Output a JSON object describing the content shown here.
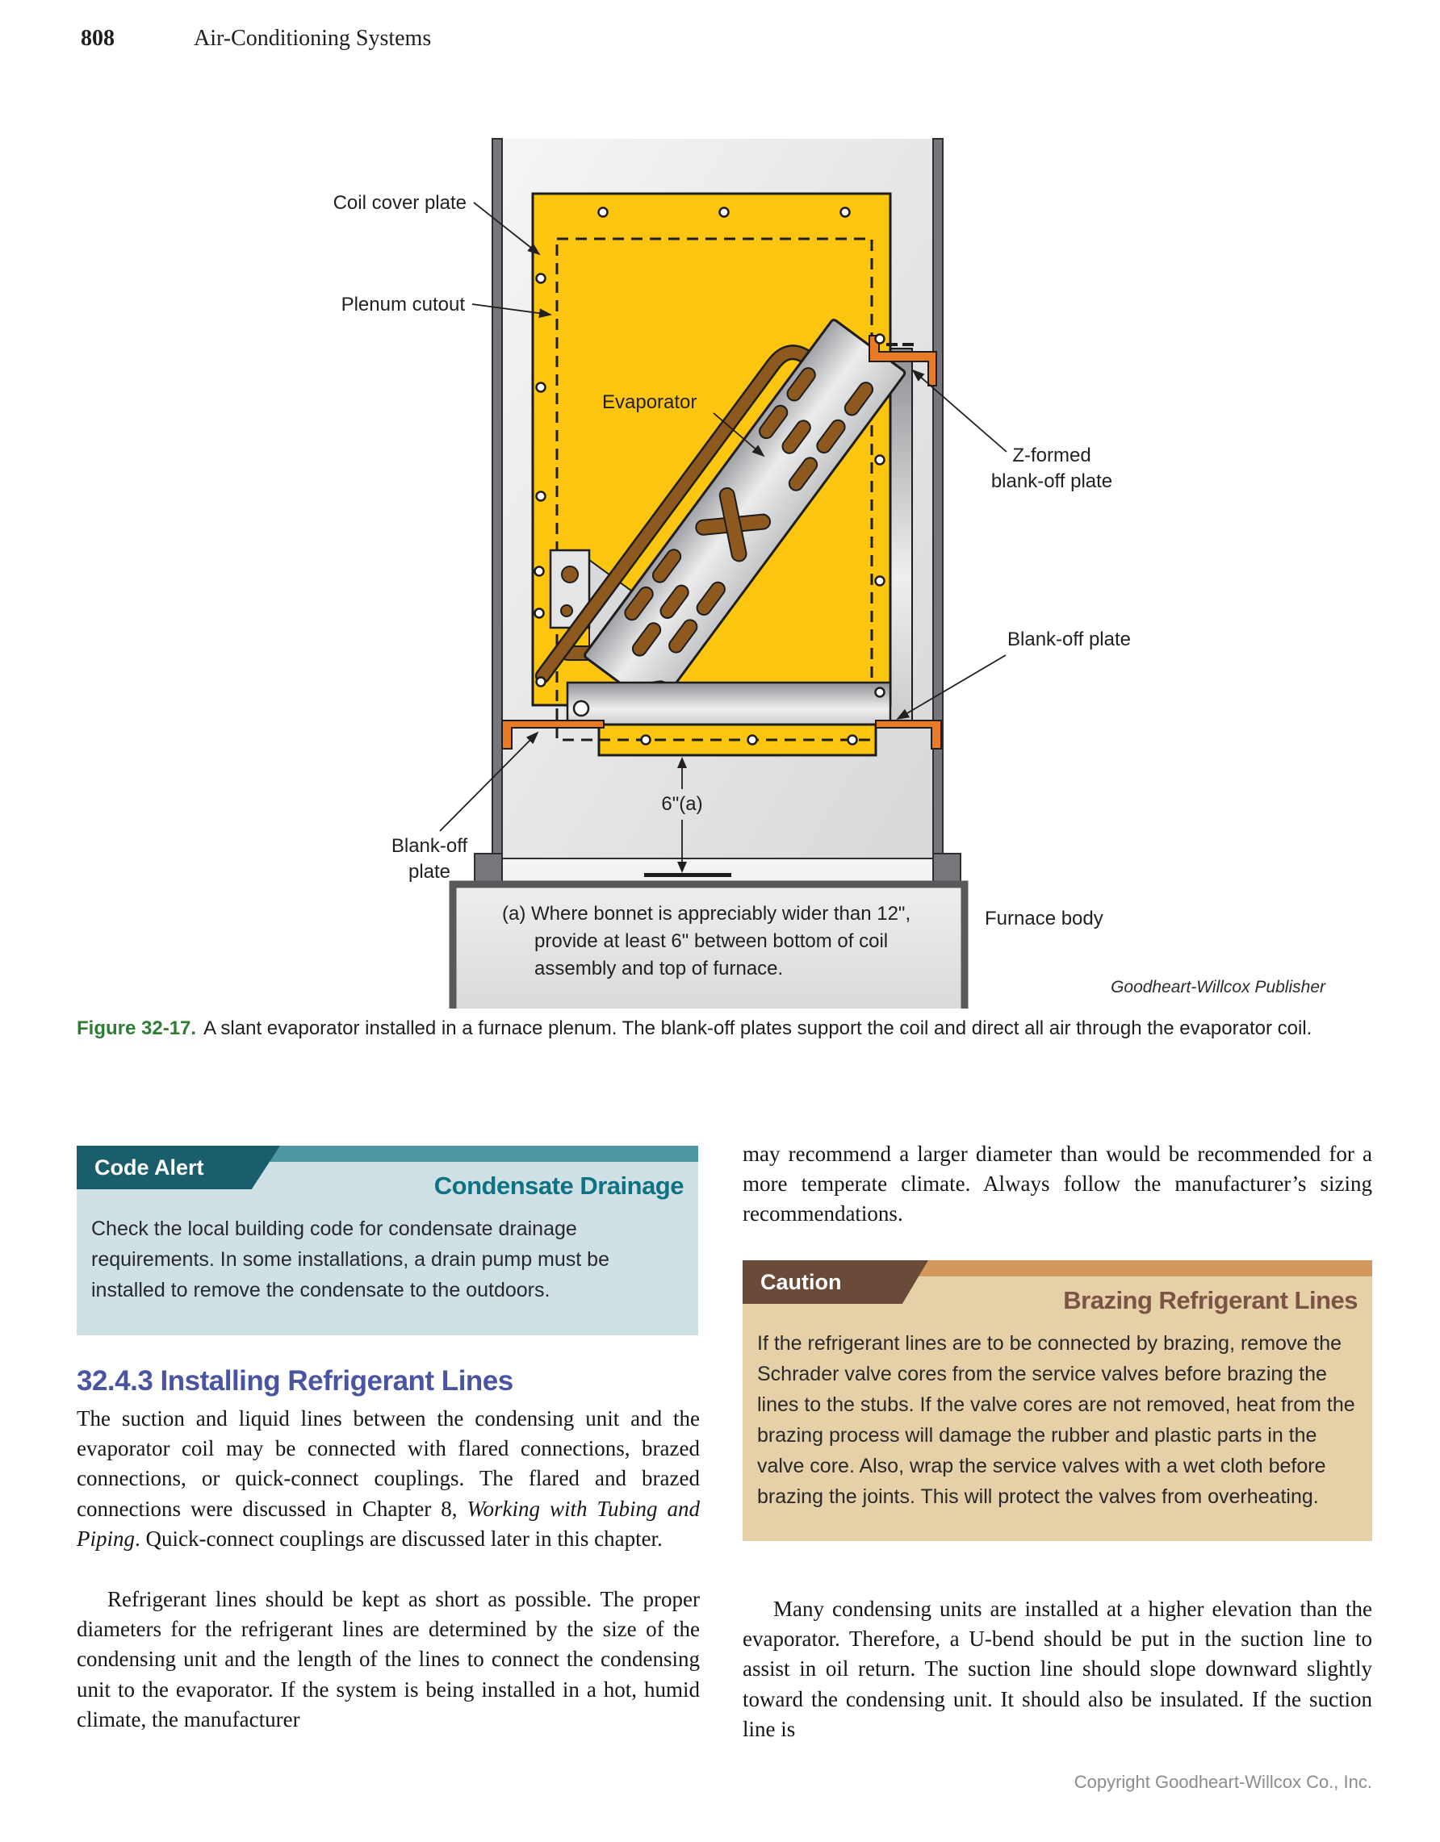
{
  "header": {
    "page_number": "808",
    "title": "Air-Conditioning Systems"
  },
  "figure": {
    "labels": {
      "coil_cover_plate": "Coil cover plate",
      "plenum_cutout": "Plenum cutout",
      "evaporator": "Evaporator",
      "z_formed_line1": "Z-formed",
      "z_formed_line2": "blank-off plate",
      "blank_off_right": "Blank-off plate",
      "blank_off_left_line1": "Blank-off",
      "blank_off_left_line2": "plate",
      "dimension": "6\"(a)",
      "furnace_body": "Furnace body"
    },
    "note_line1": "(a) Where bonnet is appreciably wider than 12\",",
    "note_line2": "provide at least 6\" between bottom of coil",
    "note_line3": "assembly and top of furnace.",
    "credit": "Goodheart-Willcox Publisher"
  },
  "figure_caption": {
    "number": "Figure 32-17.",
    "text": "A slant evaporator installed in a furnace plenum. The blank-off plates support the coil and direct all air through the evaporator coil."
  },
  "left_column": {
    "code_alert": {
      "tab": "Code Alert",
      "heading": "Condensate Drainage",
      "body": "Check the local building code for condensate drainage requirements. In some installations, a drain pump must be installed to remove the condensate to the outdoors."
    },
    "section_heading": "32.4.3 Installing Refrigerant Lines",
    "paragraph1_before": "The suction and liquid lines between the condensing unit and the evaporator coil may be connected with flared connections, brazed connections, or quick-connect couplings. The flared and brazed connections were discussed in Chapter 8, ",
    "paragraph1_italic": "Working with Tubing and Piping",
    "paragraph1_after": ". Quick-connect couplings are discussed later in this chapter.",
    "paragraph2": "Refrigerant lines should be kept as short as possible. The proper diameters for the refrigerant lines are determined by the size of the condensing unit and the length of the lines to connect the condensing unit to the evaporator. If the system is being installed in a hot, humid climate, the manufacturer"
  },
  "right_column": {
    "paragraph0": "may recommend a larger diameter than would be recommended for a more temperate climate. Always follow the manufacturer’s sizing recommendations.",
    "caution": {
      "tab": "Caution",
      "heading": "Brazing Refrigerant Lines",
      "body": "If the refrigerant lines are to be connected by brazing, remove the Schrader valve cores from the service valves before brazing the lines to the stubs. If the valve cores are not removed, heat from the brazing process will damage the rubber and plastic parts in the valve core. Also, wrap the service valves with a wet cloth before brazing the joints. This will protect the valves from overheating."
    },
    "paragraph1": "Many condensing units are installed at a higher elevation than the evaporator. Therefore, a U-bend should be put in the suction line to assist in oil return. The suction line should slope downward slightly toward the condensing unit. It should also be insulated. If the suction line is"
  },
  "footer": {
    "copyright": "Copyright Goodheart-Willcox Co., Inc."
  },
  "colors": {
    "code_alert_teal": "#1A5D6B",
    "code_alert_heading": "#0F7184",
    "caution_brown": "#6A4A39",
    "caution_heading": "#7A5445",
    "section_heading_blue": "#4A55A2",
    "figure_number_green": "#2F7D34",
    "diagram_yellow": "#FBC510",
    "diagram_orange": "#E97B26",
    "diagram_tube_brown": "#8E591F"
  }
}
